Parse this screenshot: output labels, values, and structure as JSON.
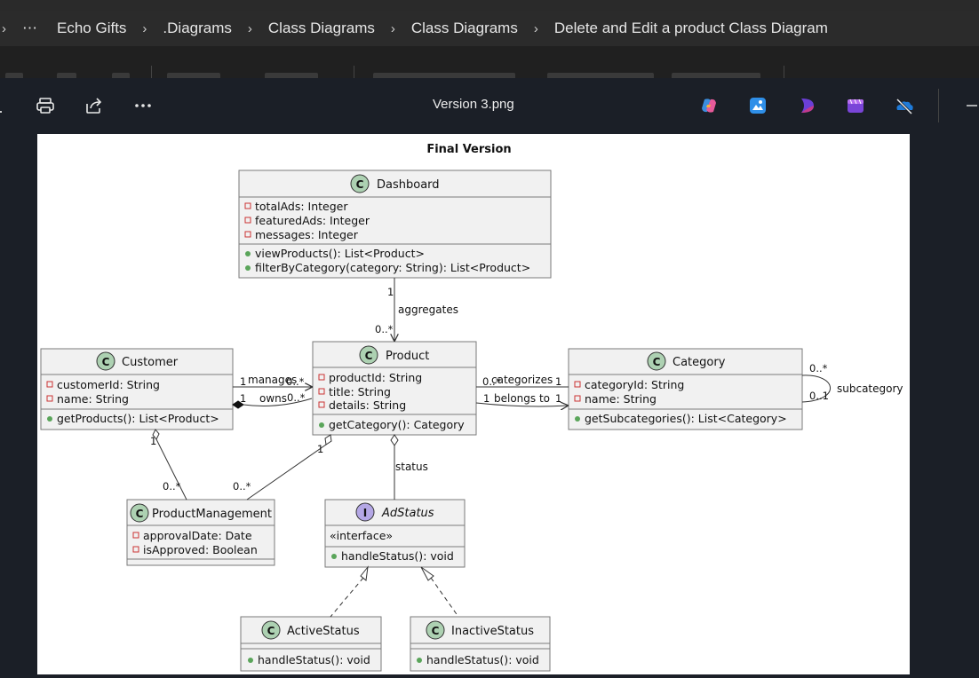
{
  "breadcrumb": {
    "items": [
      "Echo Gifts",
      ".Diagrams",
      "Class Diagrams",
      "Class Diagrams",
      "Delete and Edit a product Class Diagram"
    ]
  },
  "viewer": {
    "file_name": "Version 3.png"
  },
  "icons": [
    "rotate-icon",
    "print-icon",
    "share-icon",
    "more-icon",
    "copilot-icon",
    "photos-icon",
    "designer-icon",
    "clipchamp-icon",
    "onedrive-icon",
    "minimize-icon"
  ],
  "diagram": {
    "title": "Final Version",
    "classes": {
      "dashboard": {
        "name": "Dashboard",
        "stereotype_letter": "C",
        "attributes": [
          "totalAds: Integer",
          "featuredAds: Integer",
          "messages: Integer"
        ],
        "methods": [
          "viewProducts(): List<Product>",
          "filterByCategory(category: String): List<Product>"
        ]
      },
      "customer": {
        "name": "Customer",
        "stereotype_letter": "C",
        "attributes": [
          "customerId: String",
          "name: String"
        ],
        "methods": [
          "getProducts(): List<Product>"
        ]
      },
      "product": {
        "name": "Product",
        "stereotype_letter": "C",
        "attributes": [
          "productId: String",
          "title: String",
          "details: String"
        ],
        "methods": [
          "getCategory(): Category"
        ]
      },
      "category": {
        "name": "Category",
        "stereotype_letter": "C",
        "attributes": [
          "categoryId: String",
          "name: String"
        ],
        "methods": [
          "getSubcategories(): List<Category>"
        ]
      },
      "product_management": {
        "name": "ProductManagement",
        "stereotype_letter": "C",
        "attributes": [
          "approvalDate: Date",
          "isApproved: Boolean"
        ],
        "methods": []
      },
      "ad_status": {
        "name": "AdStatus",
        "stereotype_letter": "I",
        "stereotype": "«interface»",
        "methods": [
          "handleStatus(): void"
        ]
      },
      "active_status": {
        "name": "ActiveStatus",
        "stereotype_letter": "C",
        "methods": [
          "handleStatus(): void"
        ]
      },
      "inactive_status": {
        "name": "InactiveStatus",
        "stereotype_letter": "C",
        "methods": [
          "handleStatus(): void"
        ]
      }
    },
    "relations": {
      "aggregates": {
        "label": "aggregates",
        "from_mult": "1",
        "to_mult": "0..*"
      },
      "manages": {
        "label": "manages",
        "from_mult": "1",
        "to_mult": "0..*"
      },
      "owns": {
        "label": "owns",
        "from_mult": "1",
        "to_mult": "0..*"
      },
      "categorizes": {
        "label": "categorizes",
        "from_mult": "0..*",
        "to_mult": "1"
      },
      "belongs_to": {
        "label": "belongs to",
        "from_mult": "1",
        "to_mult": "1"
      },
      "subcategory": {
        "label": "subcategory",
        "from_mult": "0..*",
        "to_mult": "0..1"
      },
      "status": {
        "label": "status"
      },
      "customer_pm": {
        "from_mult": "1",
        "to_mult": "0..*"
      },
      "product_pm": {
        "from_mult": "1",
        "to_mult": "0..*"
      }
    }
  }
}
